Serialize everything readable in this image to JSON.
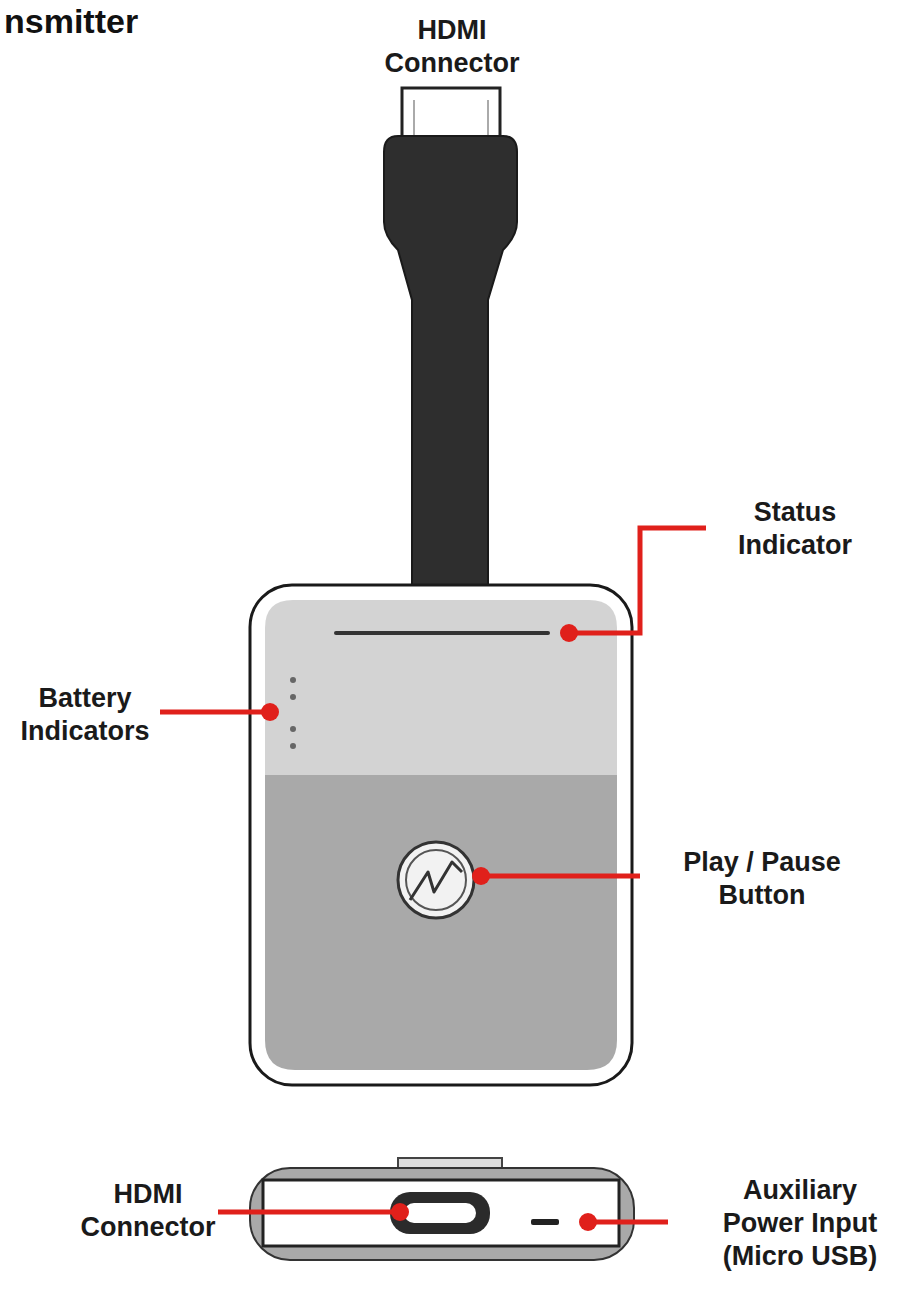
{
  "diagram": {
    "title": "nsmitter",
    "labels": [
      "HDMI Connector",
      "Status Indicator",
      "Battery Indicators",
      "Play / Pause Button",
      "HDMI Connector",
      "Auxiliary Power Input (Micro USB)"
    ]
  }
}
